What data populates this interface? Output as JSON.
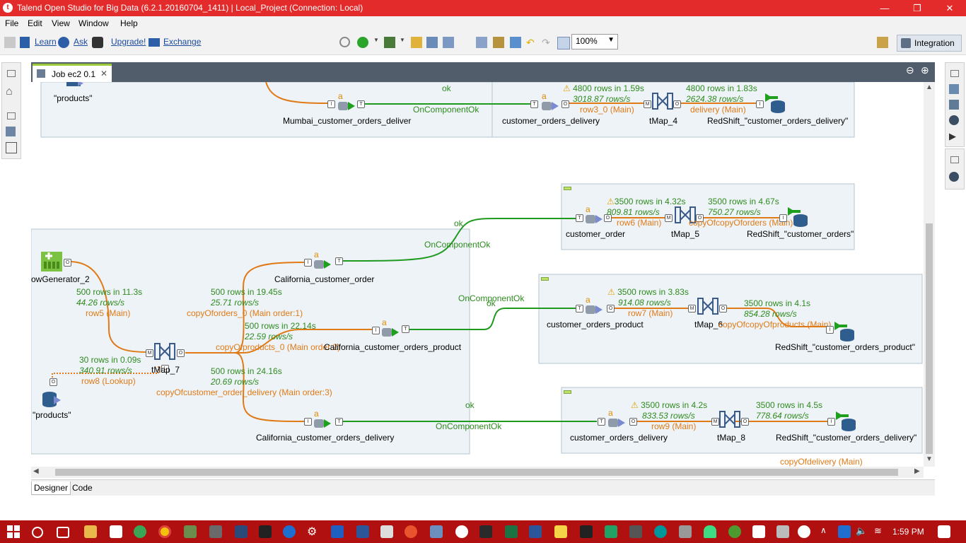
{
  "window": {
    "title": "Talend Open Studio for Big Data (6.2.1.20160704_1411) | Local_Project (Connection: Local)",
    "min": "—",
    "max": "❐",
    "close": "✕"
  },
  "menubar": [
    "File",
    "Edit",
    "View",
    "Window",
    "Help"
  ],
  "toolbar": {
    "learn": "Learn",
    "ask": "Ask",
    "upgrade": "Upgrade!",
    "exchange": "Exchange",
    "zoom": "100%",
    "perspective": "Integration"
  },
  "editor": {
    "tab": "Job ec2 0.1",
    "designer_tab": "Designer",
    "code_tab": "Code"
  },
  "job": {
    "top": {
      "products": "\"products\"",
      "mumbai_delivery": "Mumbai_customer_orders_deliver",
      "ok": "ok",
      "on_ok": "OnComponentOk",
      "delivery_in": "customer_orders_delivery",
      "tmap": "tMap_4",
      "out": "RedShift_\"customer_orders_delivery\"",
      "stat1": "4800 rows in 1.59s",
      "stat1b": "3018.87 rows/s",
      "row1": "row3_0 (Main)",
      "stat2": "4800 rows in 1.83s",
      "stat2b": "2624.38 rows/s",
      "row2": "delivery (Main)"
    },
    "order": {
      "in": "customer_order",
      "tmap": "tMap_5",
      "out": "RedShift_\"customer_orders\"",
      "stat1": "3500 rows in 4.32s",
      "stat1b": "809.81 rows/s",
      "row1": "row6 (Main)",
      "stat2": "3500 rows in 4.67s",
      "stat2b": "750.27 rows/s",
      "row2": "copyOfcopyOforders (Main)"
    },
    "product": {
      "in": "customer_orders_product",
      "tmap": "tMap_6",
      "out": "RedShift_\"customer_orders_product\"",
      "stat1": "3500 rows in 3.83s",
      "stat1b": "914.08 rows/s",
      "row1": "row7 (Main)",
      "stat2": "3500 rows in 4.1s",
      "stat2b": "854.28 rows/s",
      "row2": "copyOfcopyOfproducts (Main)"
    },
    "delivery": {
      "in": "customer_orders_delivery",
      "tmap": "tMap_8",
      "out": "RedShift_\"customer_orders_delivery\"",
      "stat1": "3500 rows in 4.2s",
      "stat1b": "833.53 rows/s",
      "row1": "row9 (Main)",
      "stat2": "3500 rows in 4.5s",
      "stat2b": "778.64 rows/s",
      "row2": "copyOfdelivery (Main)"
    },
    "california": {
      "generator": "owGenerator_2",
      "products": "\"products\"",
      "tmap": "tMap_7",
      "gen_stat": "500 rows in 11.3s",
      "gen_rate": "44.26 rows/s",
      "gen_row": "row5 (Main)",
      "lk_stat": "30 rows in 0.09s",
      "lk_rate": "340.91 rows/s",
      "lk_row": "row8 (Lookup)",
      "o_stat": "500 rows in 19.45s",
      "o_rate": "25.71 rows/s",
      "o_row": "copyOforders_0 (Main order:1)",
      "p_stat": "500 rows in 22.14s",
      "p_rate": "22.59 rows/s",
      "p_row": "copyOfproducts_0 (Main order:2)",
      "d_stat": "500 rows in 24.16s",
      "d_rate": "20.69 rows/s",
      "d_row": "copyOfcustomer_order_delivery (Main order:3)",
      "order": "California_customer_order",
      "product": "California_customer_orders_product",
      "delivery": "California_customer_orders_delivery",
      "ok": "ok",
      "on_ok": "OnComponentOk"
    }
  },
  "taskbar": {
    "time": "1:59 PM"
  }
}
